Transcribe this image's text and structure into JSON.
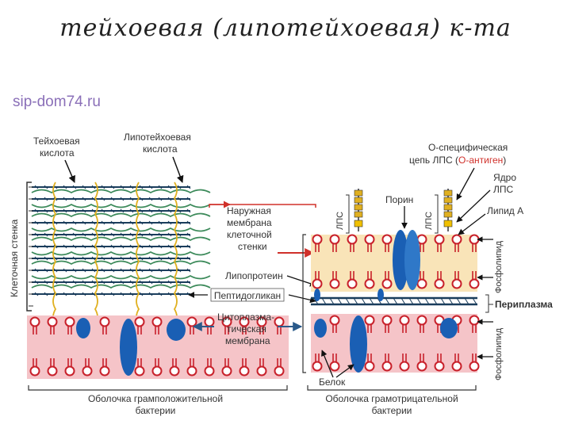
{
  "title": "тейхоевая (липотейхоевая) к-та",
  "watermark": "sip-dom74.ru",
  "labels": {
    "teichoic_l1": "Тейхоевая",
    "teichoic_l2": "кислота",
    "lipoteichoic_l1": "Липотейхоевая",
    "lipoteichoic_l2": "кислота",
    "cell_wall": "Клеточная стенка",
    "outer_membrane_l1": "Наружная",
    "outer_membrane_l2": "мембрана",
    "outer_membrane_l3": "клеточной",
    "outer_membrane_l4": "стенки",
    "lipoprotein": "Липопротеин",
    "peptidoglycan": "Пептидогликан",
    "cytoplasmic_l1": "Цитоплазма-",
    "cytoplasmic_l2": "тическая",
    "cytoplasmic_l3": "мембрана",
    "gram_pos_l1": "Оболочка грамположительной",
    "gram_pos_l2": "бактерии",
    "gram_neg_l1": "Оболочка грамотрицательной",
    "gram_neg_l2": "бактерии",
    "lps_left": "ЛПС",
    "lps_right": "ЛПС",
    "porin": "Порин",
    "o_chain_l1": "О-специфическая",
    "o_chain_l2a": "цепь ЛПС (",
    "o_antigen": "О-антиген",
    "o_chain_l2b": ")",
    "core_l1": "Ядро",
    "core_l2": "ЛПС",
    "lipid_a": "Липид А",
    "phospholipid_top": "Фосфолипид",
    "periplasm": "Периплазма",
    "phospholipid_bottom": "Фосфолипид",
    "protein": "Белок"
  },
  "colors": {
    "membrane": "#f5c4c8",
    "outer_band": "#f9e4b8",
    "head": "#c8202a",
    "protein": "#1a5fb4",
    "peptidoglycan": "#1a3d5c",
    "teichoic": "#3c8a5a",
    "lipoteichoic": "#e0b020",
    "arrow_red": "#d0302a",
    "arrow_blue": "#2a5a8a",
    "o_antigen_text": "#d0302a"
  }
}
